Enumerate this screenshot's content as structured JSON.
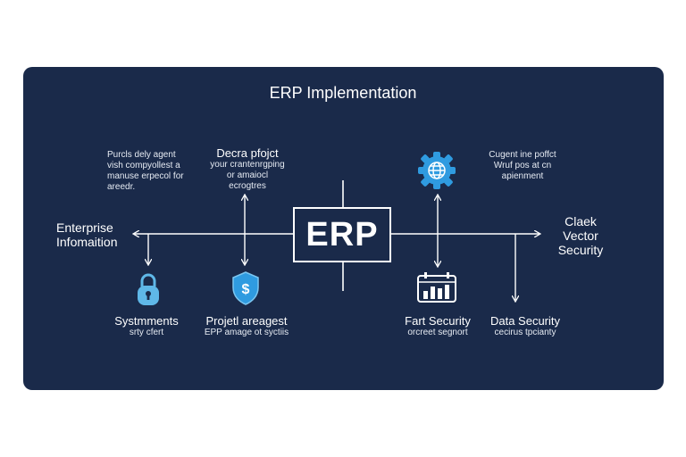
{
  "title": "ERP Implementation",
  "center": "ERP",
  "colors": {
    "panel": "#1a2a4a",
    "accent": "#2f9be0",
    "line": "#ffffff"
  },
  "icons": [
    "lock-icon",
    "shield-dollar-icon",
    "globe-gear-icon",
    "calendar-chart-icon"
  ],
  "notes": {
    "top_left": [
      "Purcls dely agent",
      "vish compyollest a",
      "manuse erpecol for",
      "areedr."
    ],
    "top_center_title": "Decra pfojct",
    "top_center": [
      "your crantenrgping",
      "or amaiocl",
      "ecrogtres"
    ],
    "top_right": [
      "Cugent ine poffct",
      "Wruf pos at cn",
      "apienment"
    ]
  },
  "left_label": [
    "Enterprise",
    "Infomaition"
  ],
  "right_label": [
    "Claek",
    "Vector",
    "Security"
  ],
  "nodes": [
    {
      "title": "Systmments",
      "sub": "srty cfert"
    },
    {
      "title": "Projetl areagest",
      "sub": "EPP amage ot syctiis"
    },
    {
      "title": "Fart Security",
      "sub": "orcreet segnort"
    },
    {
      "title": "Data Security",
      "sub": "cecirus tpcianty"
    }
  ]
}
